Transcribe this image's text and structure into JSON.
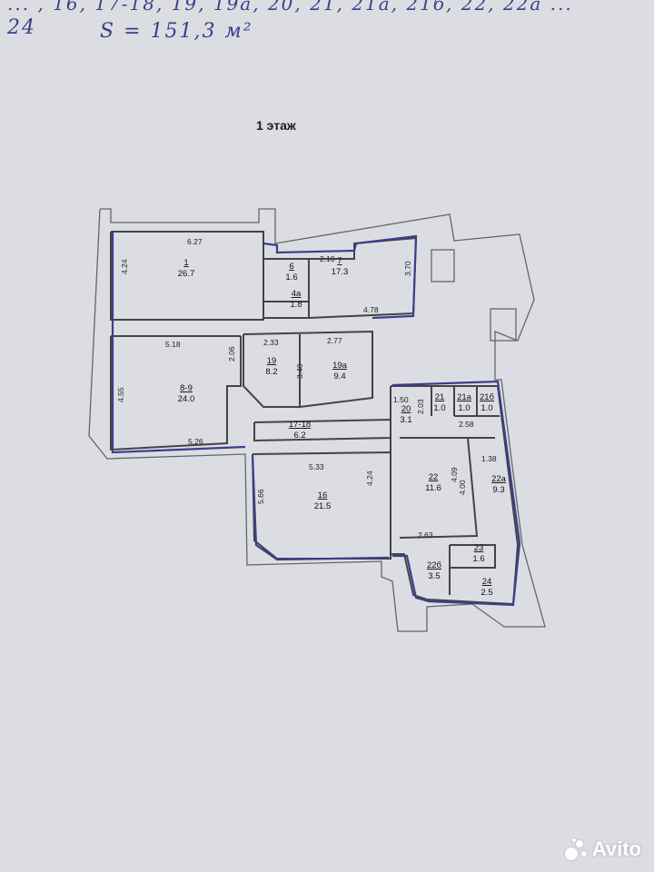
{
  "handwritten": {
    "rooms_list": "... , 16, 17-18, 19, 19а, 20, 21, 21а, 21б, 22, 22а ...",
    "line2_left": "24",
    "area": "S = 151,3 м²"
  },
  "heading": "1 этаж",
  "rooms": [
    {
      "id": "1",
      "area": "26.7"
    },
    {
      "id": "6",
      "area": "1.6"
    },
    {
      "id": "4а",
      "area": "1.8"
    },
    {
      "id": "7",
      "area": "17.3"
    },
    {
      "id": "19",
      "area": "8.2"
    },
    {
      "id": "19а",
      "area": "9.4"
    },
    {
      "id": "8-9",
      "area": "24.0"
    },
    {
      "id": "17-18",
      "area": "6.2"
    },
    {
      "id": "16",
      "area": "21.5"
    },
    {
      "id": "20",
      "area": "3.1"
    },
    {
      "id": "21",
      "area": "1.0"
    },
    {
      "id": "21а",
      "area": "1.0"
    },
    {
      "id": "21б",
      "area": "1.0"
    },
    {
      "id": "22",
      "area": "11.6"
    },
    {
      "id": "22а",
      "area": "9.3"
    },
    {
      "id": "23",
      "area": "1.6"
    },
    {
      "id": "22б",
      "area": "3.5"
    },
    {
      "id": "24",
      "area": "2.5"
    }
  ],
  "dimensions": [
    "6.27",
    "4.24",
    "2.10",
    "3.70",
    "4.78",
    "5.18",
    "2.06",
    "4.55",
    "5.26",
    "2.33",
    "3.40",
    "2.77",
    "5.33",
    "5.66",
    "4.24",
    "1.50",
    "2.03",
    "2.58",
    "1.38",
    "4.09",
    "4.00",
    "2.63"
  ],
  "watermark": "Avito",
  "colors": {
    "pencil": "#3a3f8a",
    "walls": "#555555",
    "paper": "#dcdde2"
  }
}
